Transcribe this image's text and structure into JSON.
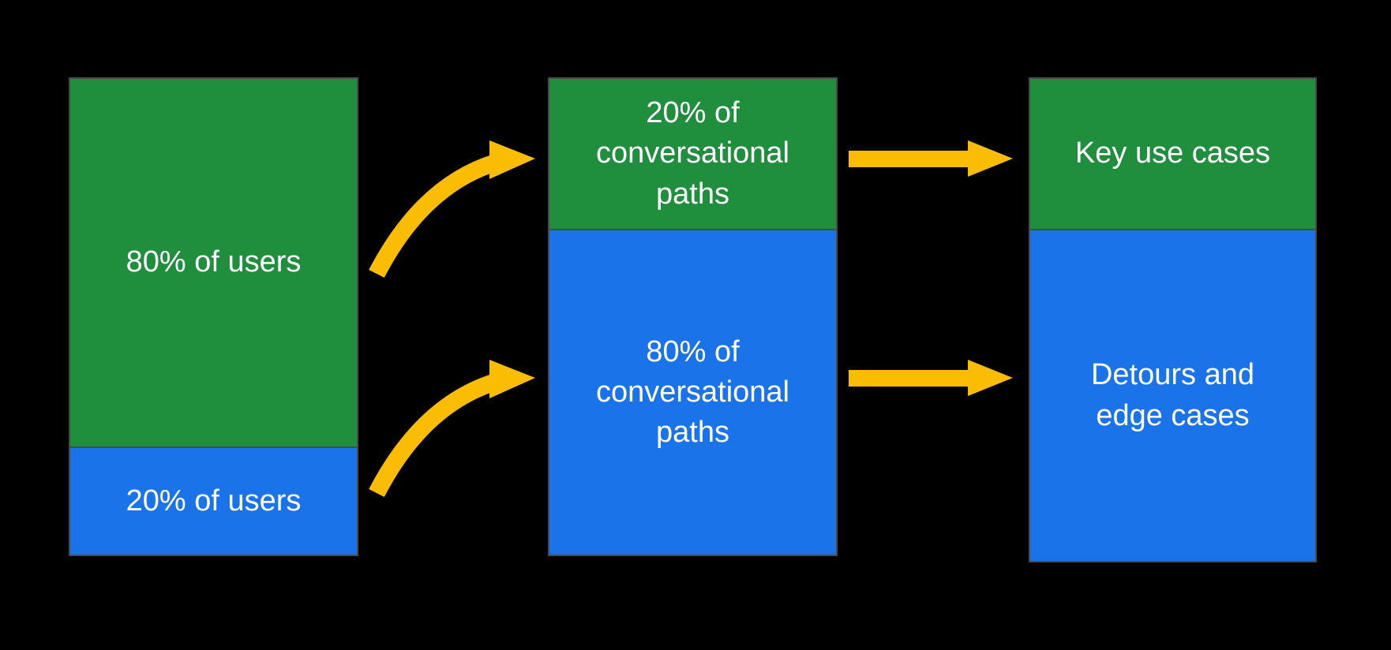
{
  "colors": {
    "green": "#1f8e3d",
    "blue": "#1a73e8",
    "arrow": "#fbbc04",
    "border": "#4a4a4a",
    "background": "#000000",
    "text": "#ffffff"
  },
  "diagram": {
    "columns": [
      {
        "name": "users",
        "segments": [
          {
            "label": "80% of users",
            "color": "green"
          },
          {
            "label": "20% of users",
            "color": "blue"
          }
        ]
      },
      {
        "name": "conversational-paths",
        "segments": [
          {
            "label": "20% of conversational paths",
            "color": "green"
          },
          {
            "label": "80% of conversational paths",
            "color": "blue"
          }
        ]
      },
      {
        "name": "outcomes",
        "segments": [
          {
            "label": "Key use cases",
            "color": "green"
          },
          {
            "label": "Detours and edge cases",
            "color": "blue"
          }
        ]
      }
    ],
    "arrows": [
      {
        "name": "curved-arrow-top",
        "from": "80% of users",
        "to": "20% of conversational paths"
      },
      {
        "name": "curved-arrow-bottom",
        "from": "20% of users",
        "to": "80% of conversational paths"
      },
      {
        "name": "straight-arrow-top",
        "from": "20% of conversational paths",
        "to": "Key use cases"
      },
      {
        "name": "straight-arrow-bottom",
        "from": "80% of conversational paths",
        "to": "Detours and edge cases"
      }
    ]
  }
}
